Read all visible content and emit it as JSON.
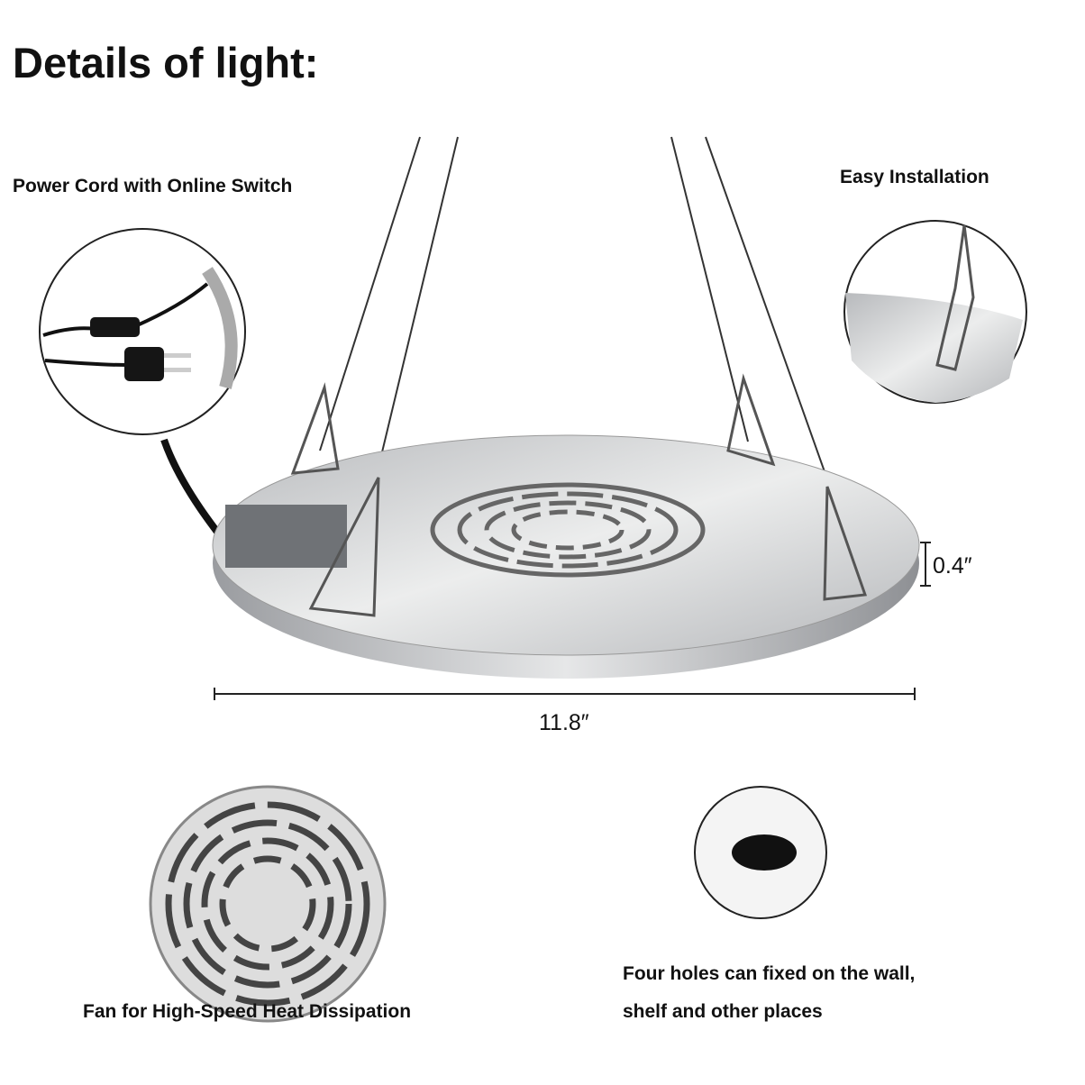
{
  "title": "Details of light:",
  "labels": {
    "power_cord": "Power Cord with Online Switch",
    "easy_installation": "Easy Installation",
    "width": "11.8″",
    "height": "0.4″",
    "fan": "Fan for High-Speed Heat Dissipation",
    "holes_line1": "Four holes can fixed on the wall,",
    "holes_line2": "shelf and other places"
  },
  "colors": {
    "text": "#111111",
    "metal": "#c9cacd",
    "edge": "#a9abae"
  }
}
